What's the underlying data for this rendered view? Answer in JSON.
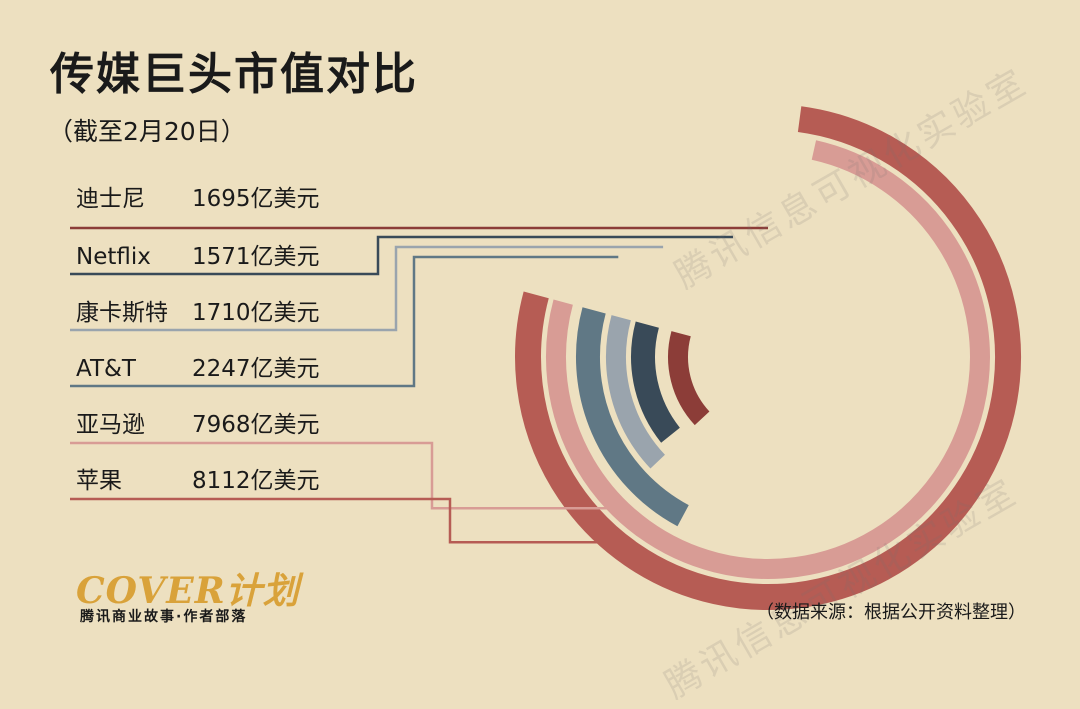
{
  "title": "传媒巨头市值对比",
  "subtitle": "（截至2月20日）",
  "source": "（数据来源：根据公开资料整理）",
  "logo": {
    "main": "COVER计划",
    "sub": "腾讯商业故事·作者部落"
  },
  "watermark": "腾讯信息可视化实验室",
  "colors": {
    "background": "#ede0c0",
    "disney": "#8c3d38",
    "netflix": "#394a58",
    "comcast": "#9aa4ad",
    "att": "#607885",
    "amazon": "#d89c95",
    "apple": "#b65c54"
  },
  "chart_data": {
    "type": "radial_bar",
    "unit": "亿美元",
    "series": [
      {
        "name": "迪士尼",
        "value": 1695,
        "value_label": "1695亿美元",
        "color_key": "disney"
      },
      {
        "name": "Netflix",
        "value": 1571,
        "value_label": "1571亿美元",
        "color_key": "netflix"
      },
      {
        "name": "康卡斯特",
        "value": 1710,
        "value_label": "1710亿美元",
        "color_key": "comcast"
      },
      {
        "name": "AT&T",
        "value": 2247,
        "value_label": "2247亿美元",
        "color_key": "att"
      },
      {
        "name": "亚马逊",
        "value": 7968,
        "value_label": "7968亿美元",
        "color_key": "amazon"
      },
      {
        "name": "苹果",
        "value": 8112,
        "value_label": "8112亿美元",
        "color_key": "apple"
      }
    ]
  }
}
